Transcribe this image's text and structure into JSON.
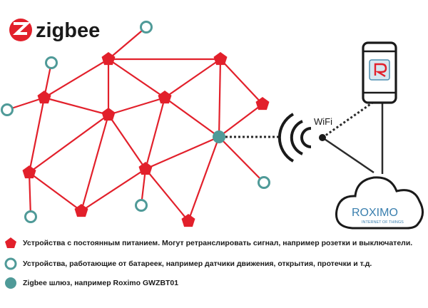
{
  "brand": {
    "name": "zigbee",
    "logo_color": "#e2202b"
  },
  "wifi_label": "WiFi",
  "roximo": {
    "name": "ROXIMO",
    "tagline": "INTERNET OF THINGS"
  },
  "legend": [
    {
      "icon": "mains-device-pentagon-icon",
      "text": "Устройства с постоянным питанием. Могут ретранслировать сигнал, например розетки и выключатели."
    },
    {
      "icon": "battery-device-ring-icon",
      "text": "Устройства, работающие от батареек, например датчики движения, открытия, протечки и т.д."
    },
    {
      "icon": "gateway-disc-icon",
      "text": "Zigbee шлюз, например Roximo GWZBT01"
    }
  ],
  "colors": {
    "mesh_red": "#e2202b",
    "teal": "#4f9a98",
    "link_dark": "#2b2b2b"
  }
}
